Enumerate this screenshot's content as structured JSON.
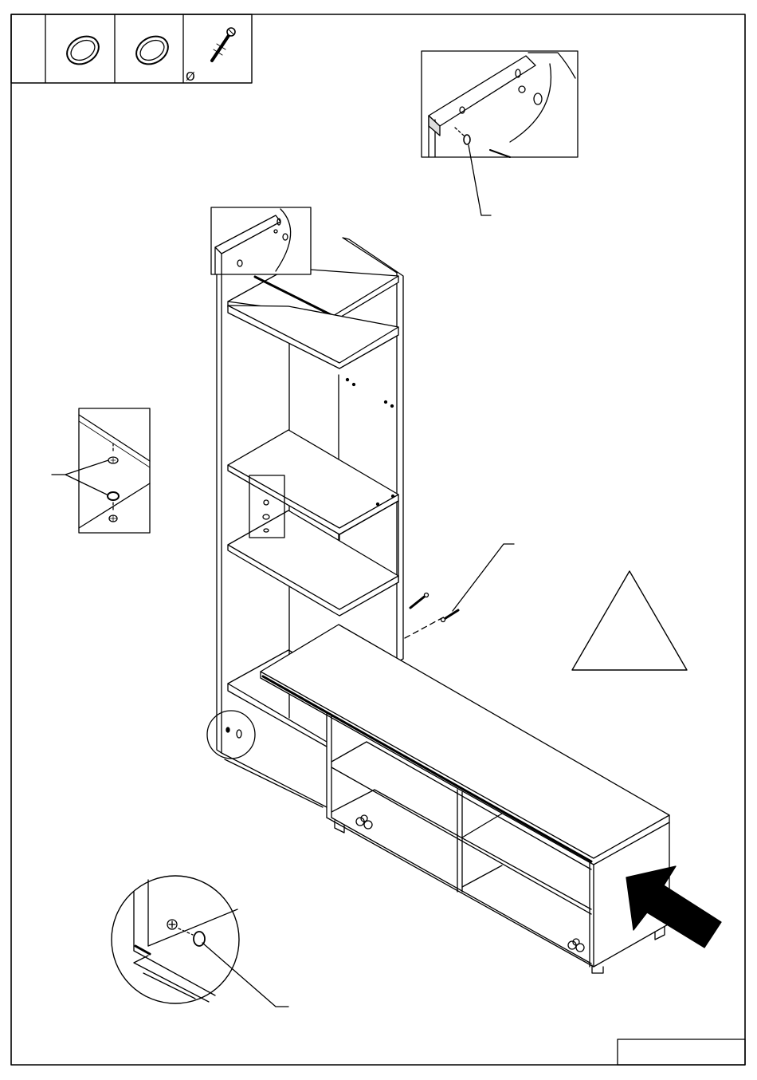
{
  "parts_table": {
    "cells": [
      {
        "id": "blank",
        "icon": "",
        "label": ""
      },
      {
        "id": "cam-lock-a",
        "icon": "ring-icon",
        "label": ""
      },
      {
        "id": "cam-lock-b",
        "icon": "ring-icon",
        "label": ""
      },
      {
        "id": "screw",
        "icon": "screw-icon",
        "label": "Ø"
      }
    ]
  },
  "warning": {
    "icon": "warning-triangle-icon",
    "text": ""
  },
  "page_number_box": {
    "text": ""
  },
  "arrow": {
    "icon": "push-arrow-icon"
  }
}
